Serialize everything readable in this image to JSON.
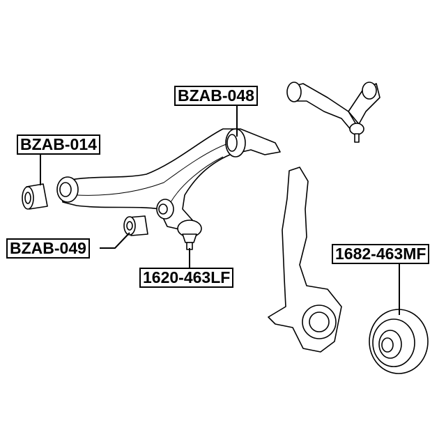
{
  "parts": [
    {
      "id": "upper-arm-bushing",
      "label": "BZAB-048"
    },
    {
      "id": "front-bushing",
      "label": "BZAB-014"
    },
    {
      "id": "rear-bushing",
      "label": "BZAB-049"
    },
    {
      "id": "ball-joint",
      "label": "1620-463LF"
    },
    {
      "id": "wheel-hub",
      "label": "1682-463MF"
    }
  ]
}
